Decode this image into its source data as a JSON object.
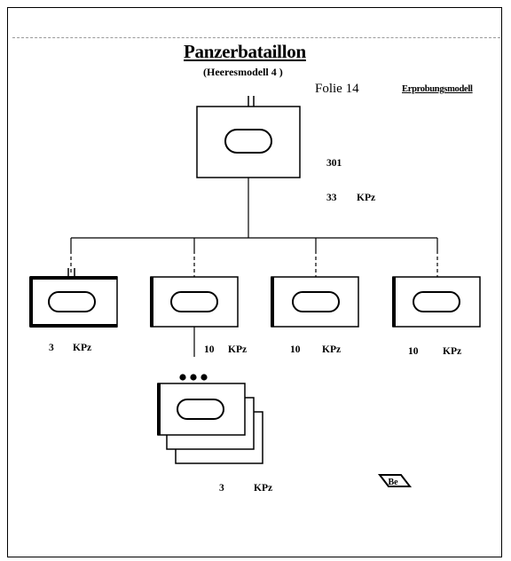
{
  "title": "Panzerbataillon",
  "subtitle": "(Heeresmodell 4 )",
  "folie": "Folie  14",
  "model": "Erprobungsmodell",
  "hq": {
    "number": "301",
    "kpz_count": "33",
    "kpz_unit": "KPz"
  },
  "units": [
    {
      "count": "3",
      "unit": "KPz"
    },
    {
      "count": "10",
      "unit": "KPz"
    },
    {
      "count": "10",
      "unit": "KPz"
    },
    {
      "count": "10",
      "unit": "KPz"
    }
  ],
  "platoon": {
    "count": "3",
    "unit": "KPz"
  },
  "symbol_text": "Be"
}
